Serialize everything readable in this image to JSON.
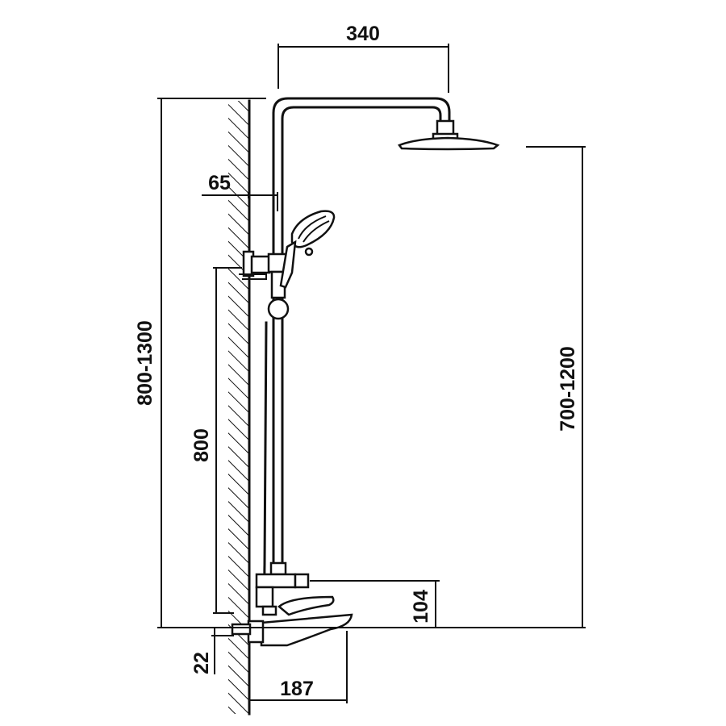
{
  "diagram": {
    "dimensions": {
      "shower_arm_reach": "340",
      "wall_offset": "65",
      "total_height_range": "800-1300",
      "mixer_to_bracket_height": "800",
      "head_to_floor_range": "700-1200",
      "mixer_valve_height": "104",
      "spout_offset": "22",
      "spout_length": "187"
    },
    "colors": {
      "line": "#111111",
      "background": "#ffffff"
    }
  }
}
